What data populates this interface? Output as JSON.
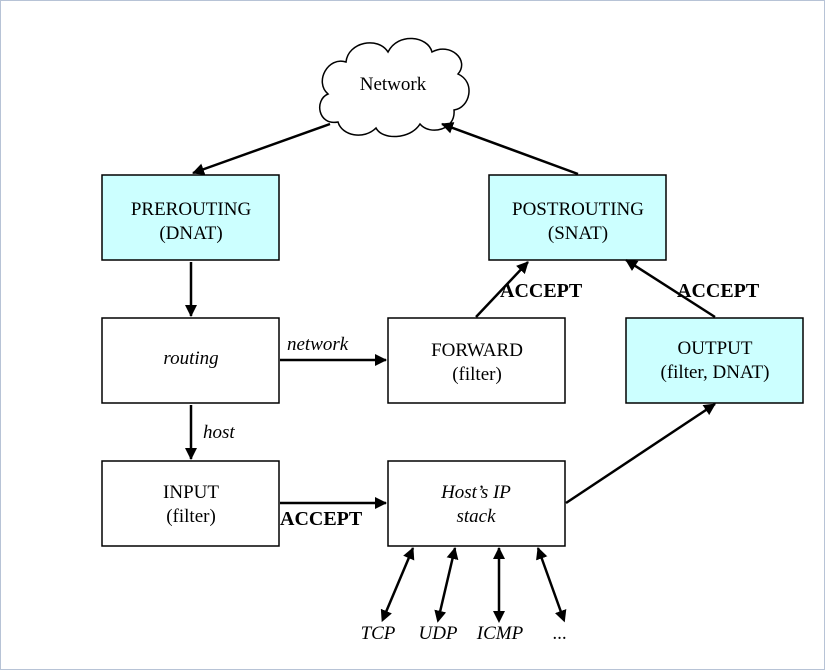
{
  "colors": {
    "highlight_fill": "#ccffff",
    "plain_fill": "#ffffff",
    "stroke": "#000000"
  },
  "network": {
    "label": "Network"
  },
  "boxes": {
    "prerouting": {
      "line1": "PREROUTING",
      "line2": "(DNAT)"
    },
    "postrouting": {
      "line1": "POSTROUTING",
      "line2": "(SNAT)"
    },
    "routing": {
      "line1": "routing"
    },
    "forward": {
      "line1": "FORWARD",
      "line2": "(filter)"
    },
    "output": {
      "line1": "OUTPUT",
      "line2": "(filter, DNAT)"
    },
    "input": {
      "line1": "INPUT",
      "line2": "(filter)"
    },
    "host_stack": {
      "line1": "Host’s IP",
      "line2": "stack"
    }
  },
  "edge_labels": {
    "network": "network",
    "host": "host",
    "accept_forward": "ACCEPT",
    "accept_output": "ACCEPT",
    "accept_input": "ACCEPT"
  },
  "protocols": [
    "TCP",
    "UDP",
    "ICMP",
    "..."
  ]
}
